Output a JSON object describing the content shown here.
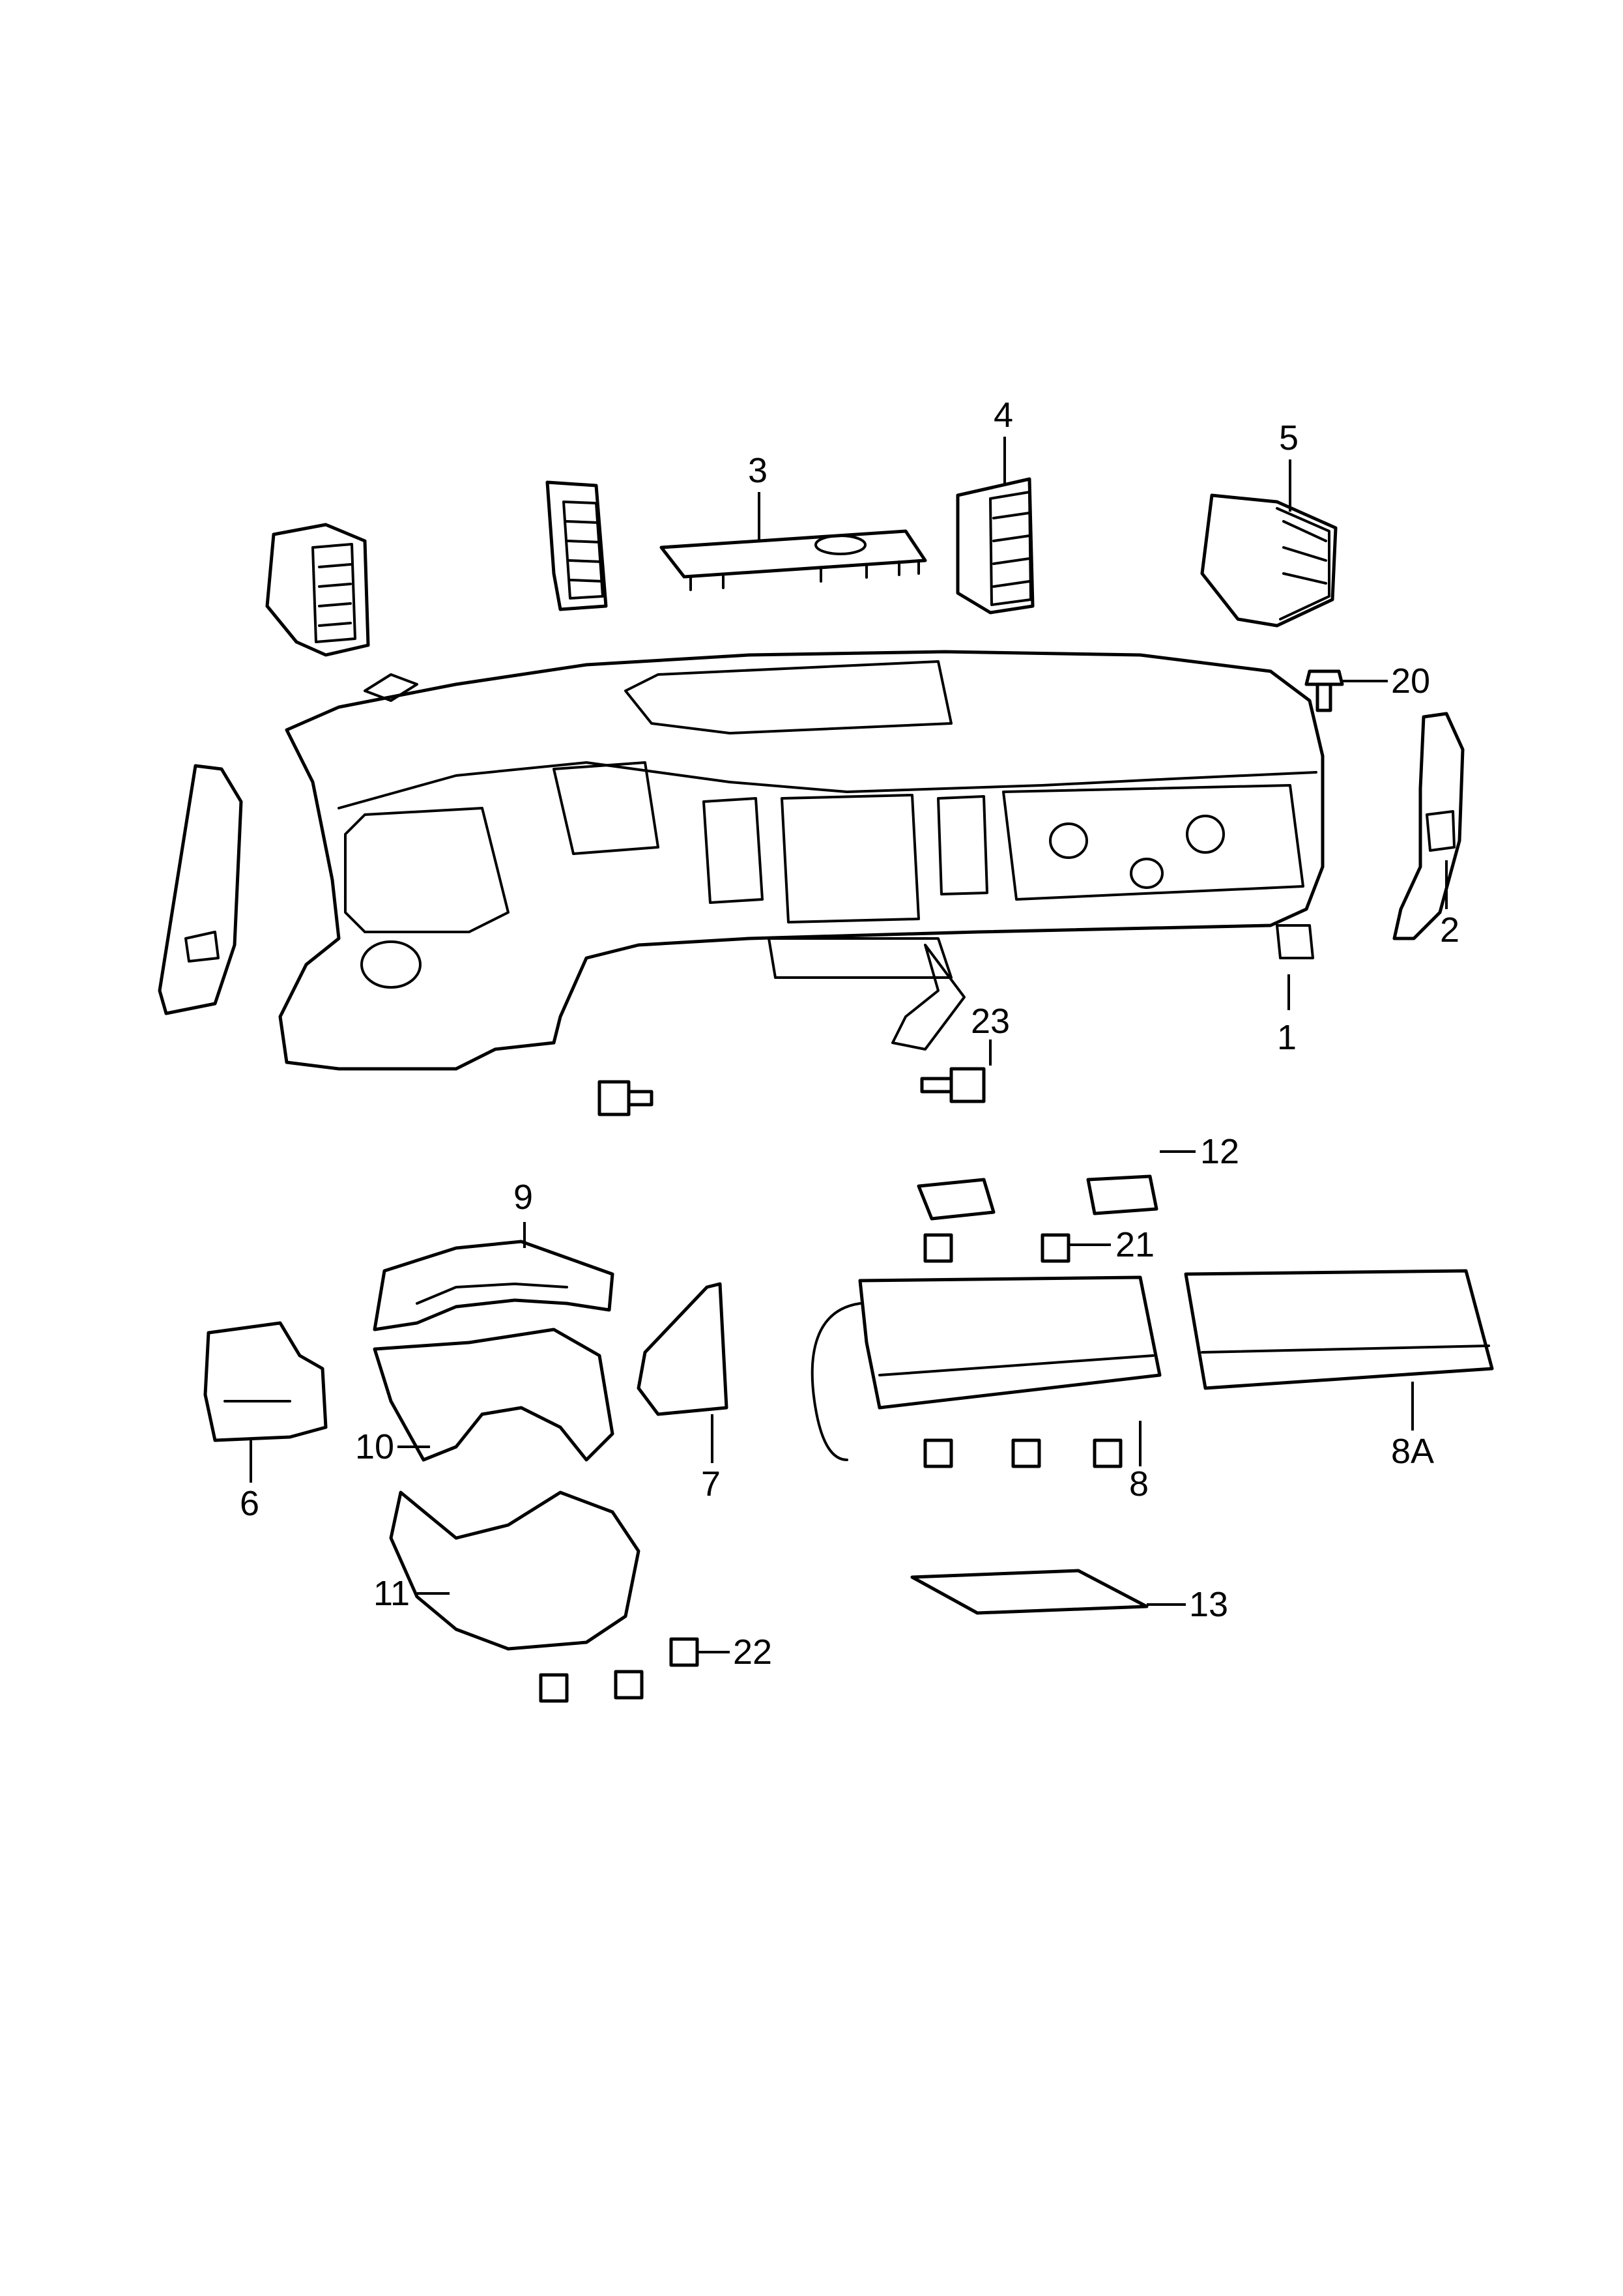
{
  "diagram": {
    "callouts": [
      {
        "id": "1",
        "label": "1"
      },
      {
        "id": "2",
        "label": "2"
      },
      {
        "id": "3",
        "label": "3"
      },
      {
        "id": "4",
        "label": "4"
      },
      {
        "id": "5",
        "label": "5"
      },
      {
        "id": "6",
        "label": "6"
      },
      {
        "id": "7",
        "label": "7"
      },
      {
        "id": "8",
        "label": "8"
      },
      {
        "id": "8A",
        "label": "8A"
      },
      {
        "id": "9",
        "label": "9"
      },
      {
        "id": "10",
        "label": "10"
      },
      {
        "id": "11",
        "label": "11"
      },
      {
        "id": "12",
        "label": "12"
      },
      {
        "id": "13",
        "label": "13"
      },
      {
        "id": "20",
        "label": "20"
      },
      {
        "id": "21",
        "label": "21"
      },
      {
        "id": "22",
        "label": "22"
      },
      {
        "id": "23",
        "label": "23"
      }
    ]
  }
}
